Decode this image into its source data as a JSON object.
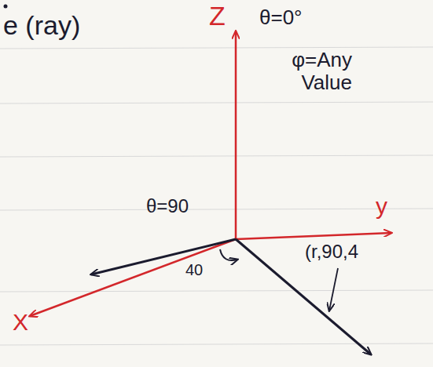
{
  "diagram": {
    "labels": [
      "e (ray)",
      "Z",
      "θ=0°",
      "φ=Any Value",
      "y",
      "θ=90",
      "X",
      "40",
      "(r,90,4"
    ]
  }
}
